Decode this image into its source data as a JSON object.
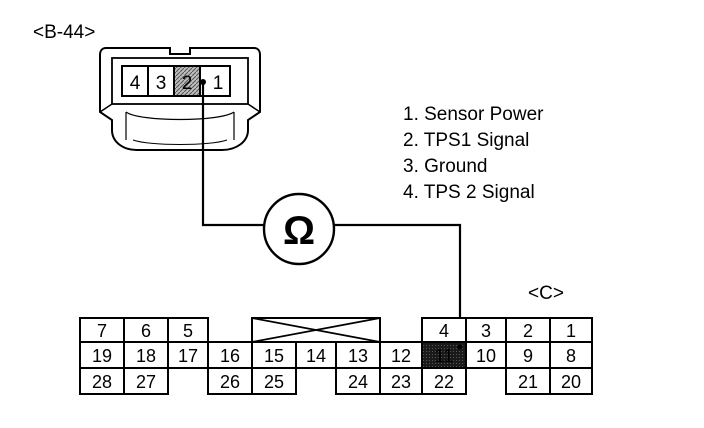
{
  "connector_b": {
    "label": "<B-44>",
    "pins": [
      "4",
      "3",
      "2",
      "1"
    ],
    "highlighted_pin": "2"
  },
  "legend": [
    "1. Sensor Power",
    "2. TPS1 Signal",
    "3. Ground",
    "4. TPS 2 Signal"
  ],
  "meter": {
    "symbol": "Ω",
    "icon": "ohmmeter-icon"
  },
  "connector_c": {
    "label": "<C>",
    "highlighted_pin": "11",
    "top_row": [
      "7",
      "6",
      "5",
      "4",
      "3",
      "2",
      "1"
    ],
    "middle_row": [
      "19",
      "18",
      "17",
      "16",
      "15",
      "14",
      "13",
      "12",
      "11",
      "10",
      "9",
      "8"
    ],
    "bottom_row": [
      "28",
      "27",
      "26",
      "25",
      "24",
      "23",
      "22",
      "21",
      "20"
    ]
  }
}
